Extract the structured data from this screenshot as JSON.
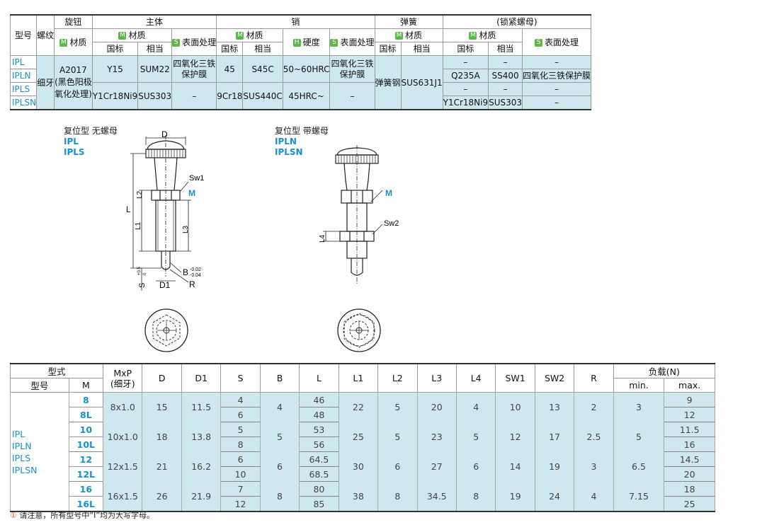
{
  "materials_table": {
    "headers": {
      "model": "型号",
      "thread": "螺纹",
      "knob": "旋钮",
      "body": "主体",
      "pin": "销",
      "spring": "弹簧",
      "locknut": "(锁紧螺母)",
      "material": "材质",
      "surface": "表面处理",
      "hardness": "硬度",
      "gb": "国标",
      "equiv": "相当"
    },
    "models": [
      "IPL",
      "IPLN",
      "IPLS",
      "IPLSN"
    ],
    "thread": "细牙",
    "knob_material": "A2017\n(黑色阳极\n氧化处理)",
    "knob_lines": [
      "A2017",
      "(黑色阳极",
      "氧化处理)"
    ],
    "body_rows": [
      {
        "gb": "Y15",
        "equiv": "SUM22",
        "surface": "四氧化三铁保护膜"
      },
      {
        "gb": "Y1Cr18Ni9",
        "equiv": "SUS303",
        "surface": "–"
      }
    ],
    "pin_rows": [
      {
        "gb": "45",
        "equiv": "S45C",
        "hardness": "50~60HRC",
        "surface": "四氧化三铁保护膜"
      },
      {
        "gb": "9Cr18",
        "equiv": "SUS440C",
        "hardness": "45HRC~",
        "surface": "–"
      }
    ],
    "spring": {
      "gb": "弹簧钢",
      "equiv": "SUS631J1"
    },
    "locknut_rows": [
      {
        "gb": "–",
        "equiv": "–",
        "surface": "–"
      },
      {
        "gb": "Q235A",
        "equiv": "SS400",
        "surface": "四氧化三铁保护膜"
      },
      {
        "gb": "–",
        "equiv": "–",
        "surface": "–"
      },
      {
        "gb": "Y1Cr18Ni9",
        "equiv": "SUS303",
        "surface": "–"
      }
    ],
    "surface_line1": "四氧化三铁",
    "surface_line2": "保护膜",
    "tag_letters": {
      "M": "M",
      "S": "S",
      "H": "H"
    }
  },
  "drawings": {
    "left": {
      "title": "复位型 无螺母",
      "models": [
        "IPL",
        "IPLS"
      ]
    },
    "right": {
      "title": "复位型 带螺母",
      "models": [
        "IPLN",
        "IPLSN"
      ]
    },
    "labels": {
      "D": "D",
      "L": "L",
      "L1": "L1",
      "L2": "L2",
      "L3": "L3",
      "L4": "L4",
      "Sw1": "Sw1",
      "Sw2": "Sw2",
      "M": "M",
      "B": "B",
      "B_tol_upper": "-0.02",
      "B_tol_lower": "-0.04",
      "S": "S",
      "S_tol_upper": "+0.5",
      "S_tol_lower": "0",
      "D1": "D1",
      "R": "R"
    }
  },
  "dimension_table": {
    "headers": {
      "type": "型式",
      "model": "型号",
      "M": "M",
      "mxp": "MxP",
      "mxp_sub": "(细牙)",
      "D": "D",
      "D1": "D1",
      "S": "S",
      "B": "B",
      "L": "L",
      "L1": "L1",
      "L2": "L2",
      "L3": "L3",
      "L4": "L4",
      "Sw1": "SW1",
      "Sw2": "SW2",
      "R": "R",
      "load": "负载(N)",
      "min": "min.",
      "max": "max."
    },
    "models": [
      "IPL",
      "IPLN",
      "IPLS",
      "IPLSN"
    ],
    "groups": [
      {
        "M": [
          "8",
          "8L"
        ],
        "mxp": "8x1.0",
        "D": "15",
        "D1": "11.5",
        "S": [
          "4",
          "6"
        ],
        "B": "4",
        "L": [
          "46",
          "48"
        ],
        "L1": "22",
        "L2": "5",
        "L3": "20",
        "L4": "4",
        "Sw1": "10",
        "Sw2": "13",
        "R": "2",
        "min": "3",
        "max": [
          "9",
          "12"
        ]
      },
      {
        "M": [
          "10",
          "10L"
        ],
        "mxp": "10x1.0",
        "D": "18",
        "D1": "13.8",
        "S": [
          "5",
          "8"
        ],
        "B": "5",
        "L": [
          "53",
          "56"
        ],
        "L1": "25",
        "L2": "5",
        "L3": "23",
        "L4": "5",
        "Sw1": "12",
        "Sw2": "17",
        "R": "2.5",
        "min": "5",
        "max": [
          "11.5",
          "16"
        ]
      },
      {
        "M": [
          "12",
          "12L"
        ],
        "mxp": "12x1.5",
        "D": "21",
        "D1": "16.2",
        "S": [
          "6",
          "10"
        ],
        "B": "6",
        "L": [
          "64.5",
          "68.5"
        ],
        "L1": "30",
        "L2": "6",
        "L3": "27",
        "L4": "6",
        "Sw1": "14",
        "Sw2": "19",
        "R": "3",
        "min": "6.5",
        "max": [
          "14.5",
          "20"
        ]
      },
      {
        "M": [
          "16",
          "16L"
        ],
        "mxp": "16x1.5",
        "D": "26",
        "D1": "21.9",
        "S": [
          "7",
          "12"
        ],
        "B": "8",
        "L": [
          "80",
          "85"
        ],
        "L1": "38",
        "L2": "8",
        "L3": "34.5",
        "L4": "8",
        "Sw1": "19",
        "Sw2": "24",
        "R": "4",
        "min": "7.15",
        "max": [
          "18",
          "25"
        ]
      }
    ]
  },
  "note": {
    "icon": "!",
    "text": "请注意，所有型号中“I”均为大写字母。"
  }
}
